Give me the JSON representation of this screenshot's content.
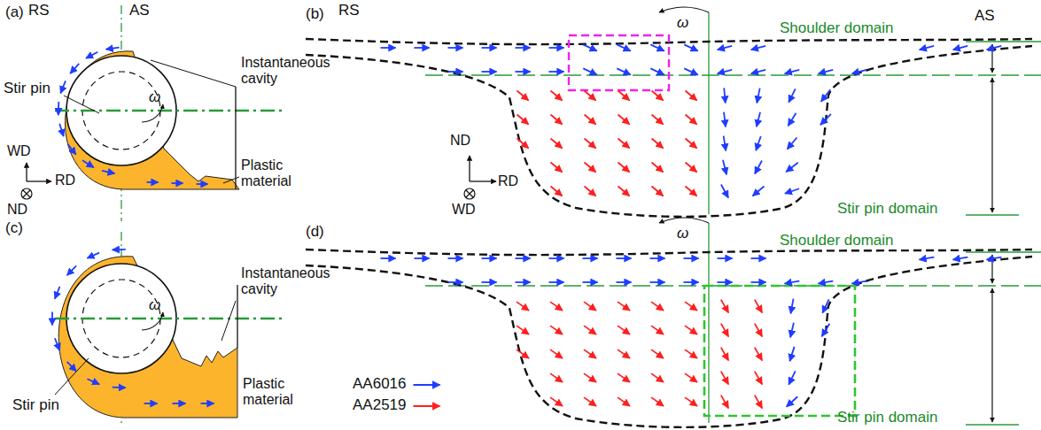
{
  "diagram": {
    "labels": [
      "(a)",
      "RS",
      "AS",
      "Stir pin",
      "Instantaneous cavity",
      "ω",
      "WD",
      "RD",
      "ND",
      "Plastic material",
      "(c)",
      "Instantaneous cavity",
      "Stir pin",
      "ω",
      "Plastic material",
      "(b)",
      "RS",
      "ω",
      "Shoulder domain",
      "AS",
      "ND",
      "RD",
      "WD",
      "Stir pin domain",
      "(d)",
      "ω",
      "Shoulder domain",
      "Stir pin domain"
    ],
    "legend": [
      {
        "text": "AA6016",
        "color": "#1f3dff"
      },
      {
        "text": "AA2519",
        "color": "#ff1f1f"
      }
    ]
  }
}
